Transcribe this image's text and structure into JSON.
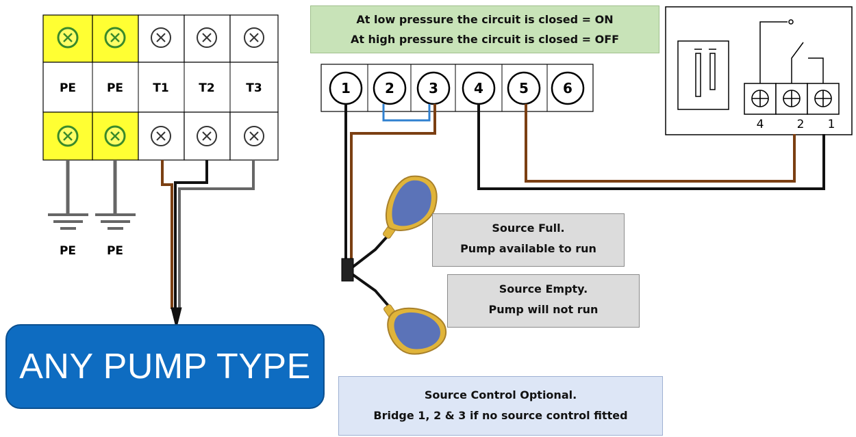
{
  "pressure_note": {
    "line1": "At low pressure the circuit is closed = ON",
    "line2": "At high pressure the circuit is closed = OFF"
  },
  "motor_terminals": [
    "PE",
    "PE",
    "T1",
    "T2",
    "T3"
  ],
  "earth_labels": [
    "PE",
    "PE"
  ],
  "control_terminals": [
    "1",
    "2",
    "3",
    "4",
    "5",
    "6"
  ],
  "pressure_switch_terminals": [
    "4",
    "2",
    "1"
  ],
  "float_notes": {
    "full_line1": "Source Full.",
    "full_line2": "Pump available to run",
    "empty_line1": "Source Empty.",
    "empty_line2": "Pump will not run"
  },
  "source_note": {
    "line1": "Source Control Optional.",
    "line2": "Bridge 1, 2 & 3 if no source control fitted"
  },
  "pump_label": "ANY PUMP TYPE",
  "colors": {
    "earth_terminal": "#ffff33",
    "brown_wire": "#7b3f12",
    "blue_wire": "#2f80d0",
    "black_wire": "#111111",
    "grey_wire": "#666666",
    "float_body": "#5b73b8",
    "float_trim": "#e0b43a",
    "pump_fill": "#0e6cc1"
  }
}
